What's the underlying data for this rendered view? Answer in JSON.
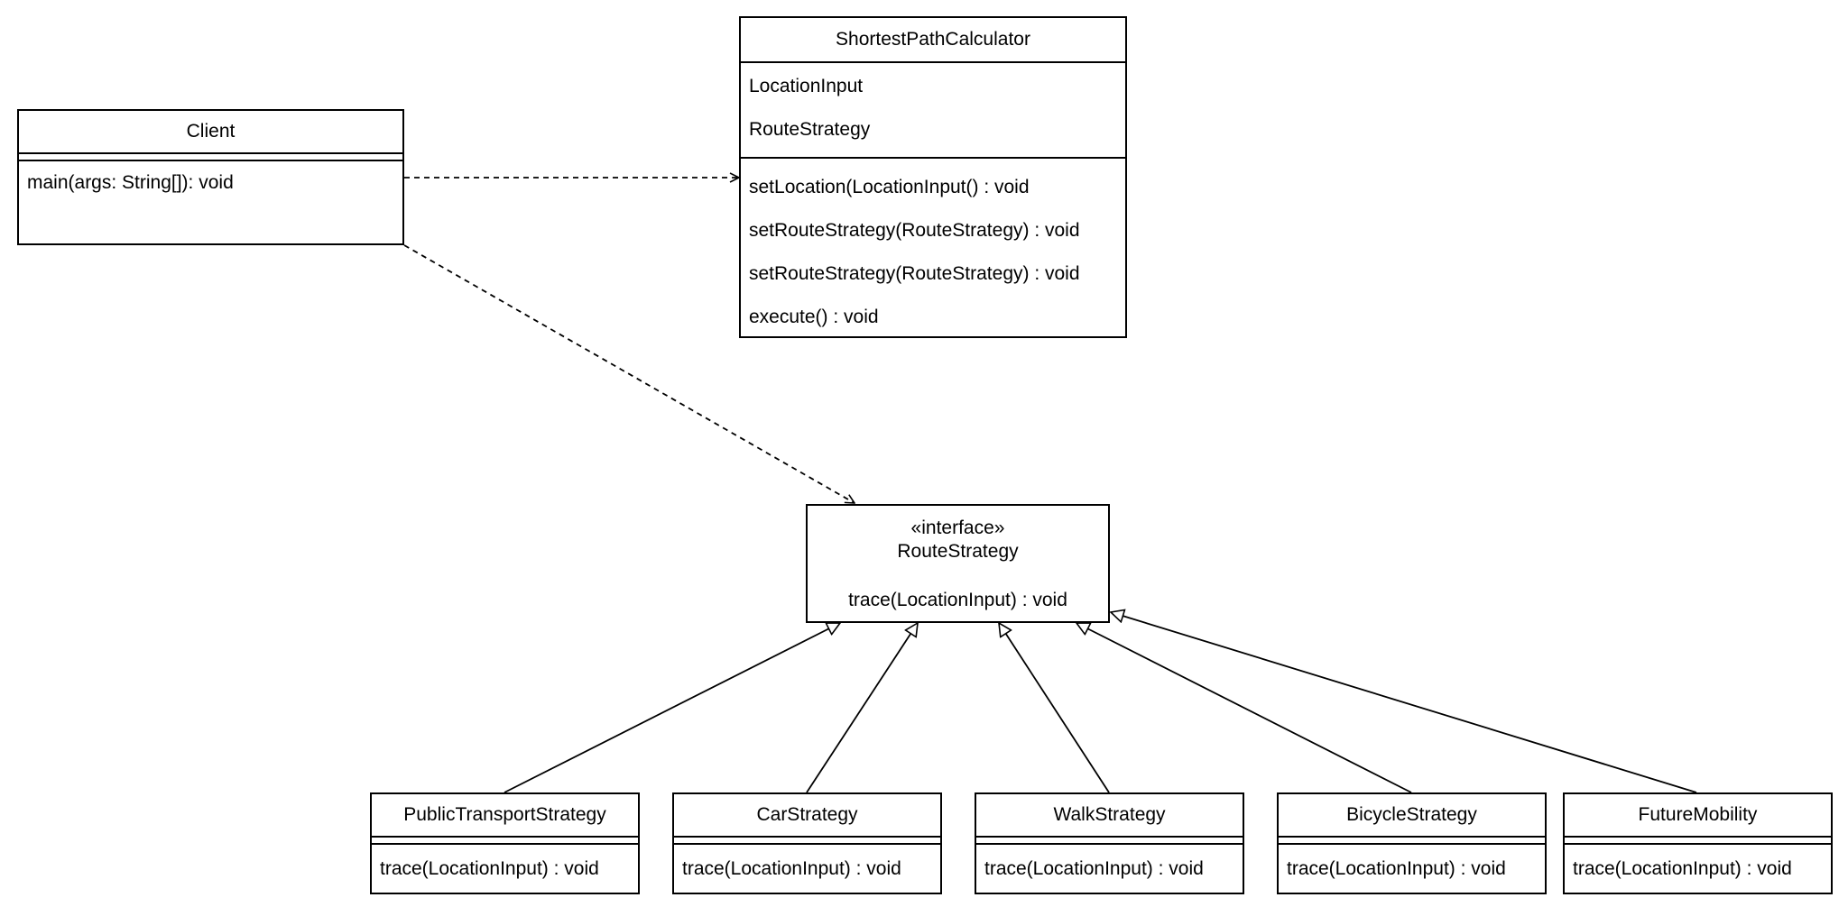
{
  "client": {
    "name": "Client",
    "operations": [
      "main(args: String[]): void"
    ]
  },
  "shortest_path_calculator": {
    "name": "ShortestPathCalculator",
    "attributes": [
      "LocationInput",
      "RouteStrategy"
    ],
    "operations": [
      "setLocation(LocationInput() : void",
      "setRouteStrategy(RouteStrategy) : void",
      "setRouteStrategy(RouteStrategy) : void",
      "execute() : void"
    ]
  },
  "route_strategy": {
    "stereotype": "«interface»",
    "name": "RouteStrategy",
    "operation": "trace(LocationInput) : void"
  },
  "strategies": [
    {
      "name": "PublicTransportStrategy",
      "operation": "trace(LocationInput) : void"
    },
    {
      "name": "CarStrategy",
      "operation": "trace(LocationInput) : void"
    },
    {
      "name": "WalkStrategy",
      "operation": "trace(LocationInput) : void"
    },
    {
      "name": "BicycleStrategy",
      "operation": "trace(LocationInput) : void"
    },
    {
      "name": "FutureMobility",
      "operation": "trace(LocationInput) : void"
    }
  ],
  "relations": [
    {
      "type": "dependency",
      "from": "Client",
      "to": "ShortestPathCalculator"
    },
    {
      "type": "dependency",
      "from": "Client",
      "to": "RouteStrategy"
    },
    {
      "type": "realization",
      "from": "PublicTransportStrategy",
      "to": "RouteStrategy"
    },
    {
      "type": "realization",
      "from": "CarStrategy",
      "to": "RouteStrategy"
    },
    {
      "type": "realization",
      "from": "WalkStrategy",
      "to": "RouteStrategy"
    },
    {
      "type": "realization",
      "from": "BicycleStrategy",
      "to": "RouteStrategy"
    },
    {
      "type": "realization",
      "from": "FutureMobility",
      "to": "RouteStrategy"
    }
  ]
}
